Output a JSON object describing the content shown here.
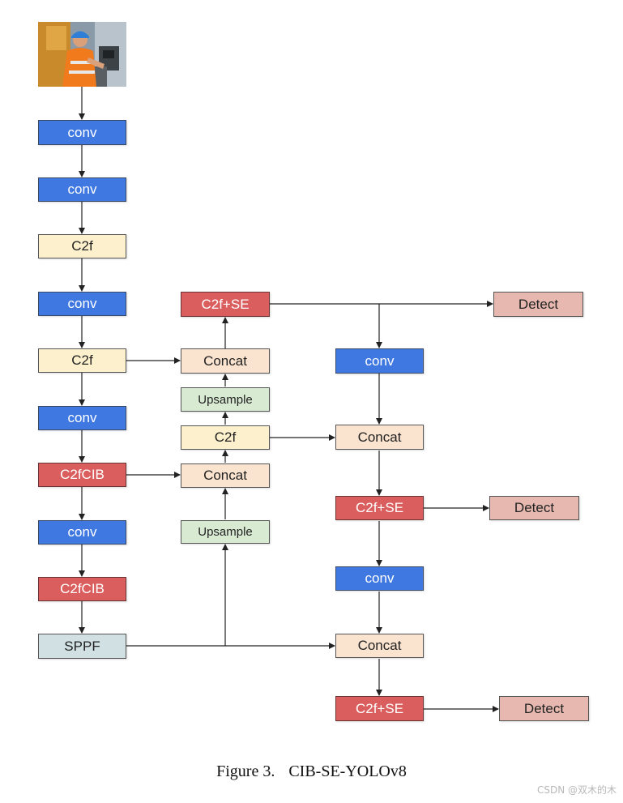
{
  "nodes": {
    "b1": "conv",
    "b2": "conv",
    "b3": "C2f",
    "b4": "conv",
    "b5": "C2f",
    "b6": "conv",
    "b7": "C2fCIB",
    "b8": "conv",
    "b9": "C2fCIB",
    "b10": "SPPF",
    "n1": "C2f+SE",
    "n2": "Concat",
    "n3": "Upsample",
    "n4": "C2f",
    "n5": "Concat",
    "n6": "Upsample",
    "h1": "conv",
    "h2": "Concat",
    "h3": "C2f+SE",
    "h4": "conv",
    "h5": "Concat",
    "h6": "C2f+SE",
    "d1": "Detect",
    "d2": "Detect",
    "d3": "Detect"
  },
  "caption": {
    "figure": "Figure 3.",
    "title": "CIB-SE-YOLOv8"
  },
  "watermark": "CSDN @双木的木",
  "colors": {
    "conv": "#3f78e0",
    "c2f": "#fdf0cc",
    "c2f_se_cib": "#db5e5e",
    "concat": "#fae3cf",
    "upsample": "#d9ead3",
    "sppf": "#d0e0e3",
    "detect": "#e6b8af"
  }
}
